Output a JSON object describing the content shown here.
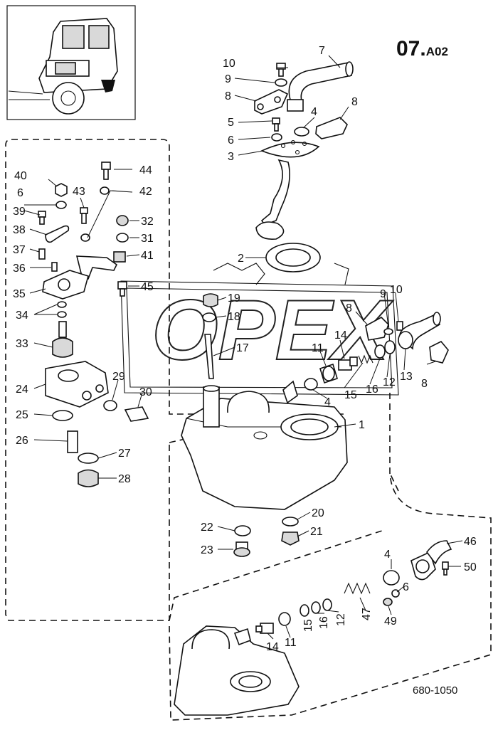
{
  "section": {
    "main": "07.",
    "sub": "A02"
  },
  "drawing_number": "680-1050",
  "watermark": "OPEX",
  "callouts": [
    {
      "id": "c7",
      "text": "7"
    },
    {
      "id": "c10a",
      "text": "10"
    },
    {
      "id": "c9a",
      "text": "9"
    },
    {
      "id": "c8a",
      "text": "8"
    },
    {
      "id": "c4a",
      "text": "4"
    },
    {
      "id": "c8b",
      "text": "8"
    },
    {
      "id": "c5",
      "text": "5"
    },
    {
      "id": "c6a",
      "text": "6"
    },
    {
      "id": "c3",
      "text": "3"
    },
    {
      "id": "c2",
      "text": "2"
    },
    {
      "id": "c44",
      "text": "44"
    },
    {
      "id": "c40",
      "text": "40"
    },
    {
      "id": "c43",
      "text": "43"
    },
    {
      "id": "c42",
      "text": "42"
    },
    {
      "id": "c6b",
      "text": "6"
    },
    {
      "id": "c39",
      "text": "39"
    },
    {
      "id": "c32",
      "text": "32"
    },
    {
      "id": "c38",
      "text": "38"
    },
    {
      "id": "c31",
      "text": "31"
    },
    {
      "id": "c37",
      "text": "37"
    },
    {
      "id": "c41",
      "text": "41"
    },
    {
      "id": "c36",
      "text": "36"
    },
    {
      "id": "c35",
      "text": "35"
    },
    {
      "id": "c45",
      "text": "45"
    },
    {
      "id": "c34",
      "text": "34"
    },
    {
      "id": "c33",
      "text": "33"
    },
    {
      "id": "c29",
      "text": "29"
    },
    {
      "id": "c24",
      "text": "24"
    },
    {
      "id": "c30",
      "text": "30"
    },
    {
      "id": "c25",
      "text": "25"
    },
    {
      "id": "c26",
      "text": "26"
    },
    {
      "id": "c27",
      "text": "27"
    },
    {
      "id": "c28",
      "text": "28"
    },
    {
      "id": "c19",
      "text": "19"
    },
    {
      "id": "c18",
      "text": "18"
    },
    {
      "id": "c17",
      "text": "17"
    },
    {
      "id": "c9b",
      "text": "9"
    },
    {
      "id": "c10b",
      "text": "10"
    },
    {
      "id": "c8c",
      "text": "8"
    },
    {
      "id": "c14a",
      "text": "14"
    },
    {
      "id": "c11a",
      "text": "11"
    },
    {
      "id": "c13",
      "text": "13"
    },
    {
      "id": "c4b",
      "text": "4"
    },
    {
      "id": "c15a",
      "text": "15"
    },
    {
      "id": "c16a",
      "text": "16"
    },
    {
      "id": "c12a",
      "text": "12"
    },
    {
      "id": "c8d",
      "text": "8"
    },
    {
      "id": "c1",
      "text": "1"
    },
    {
      "id": "c20",
      "text": "20"
    },
    {
      "id": "c22",
      "text": "22"
    },
    {
      "id": "c21",
      "text": "21"
    },
    {
      "id": "c23",
      "text": "23"
    },
    {
      "id": "c46",
      "text": "46"
    },
    {
      "id": "c4c",
      "text": "4"
    },
    {
      "id": "c50",
      "text": "50"
    },
    {
      "id": "c6c",
      "text": "6"
    },
    {
      "id": "c47",
      "text": "47"
    },
    {
      "id": "c49",
      "text": "49"
    },
    {
      "id": "c14b",
      "text": "14"
    },
    {
      "id": "c11b",
      "text": "11"
    },
    {
      "id": "c15b",
      "text": "15"
    },
    {
      "id": "c16b",
      "text": "16"
    },
    {
      "id": "c12b",
      "text": "12"
    }
  ]
}
